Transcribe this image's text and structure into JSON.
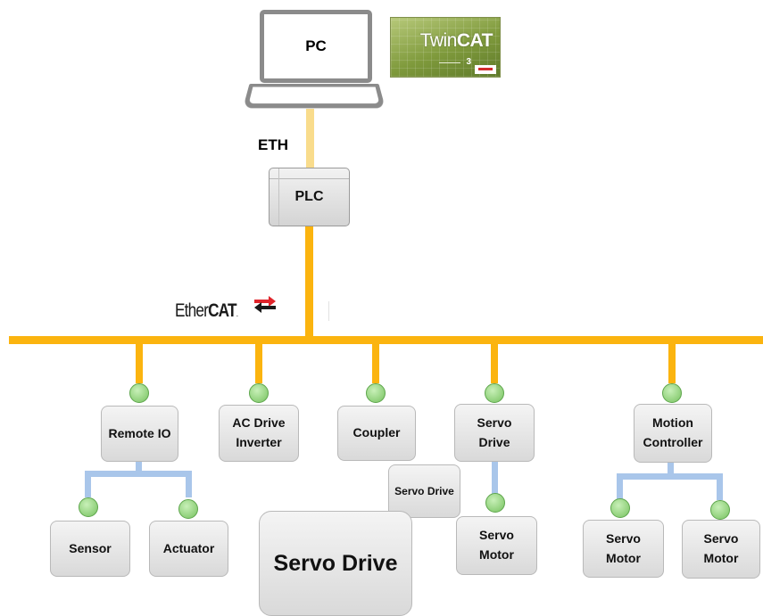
{
  "pc": {
    "label": "PC"
  },
  "twincat": {
    "brand_light": "Twin",
    "brand_bold": "CAT",
    "version": "3"
  },
  "eth": {
    "label": "ETH"
  },
  "plc": {
    "label": "PLC"
  },
  "ethercat": {
    "light": "Ether",
    "bold": "CAT"
  },
  "devices": {
    "remote_io": "Remote IO",
    "ac_drive": "AC Drive\nInverter",
    "coupler": "Coupler",
    "servo_drive_top": "Servo\nDrive",
    "motion_controller": "Motion\nController",
    "sensor": "Sensor",
    "actuator": "Actuator",
    "servo_drive_small": "Servo Drive",
    "servo_drive_large": "Servo Drive",
    "servo_motor_a": "Servo\nMotor",
    "servo_motor_b": "Servo\nMotor",
    "servo_motor_c": "Servo\nMotor"
  },
  "colors": {
    "bus": "#fbb40f",
    "branch": "#a9c6ea",
    "node": "#8fd07a"
  }
}
